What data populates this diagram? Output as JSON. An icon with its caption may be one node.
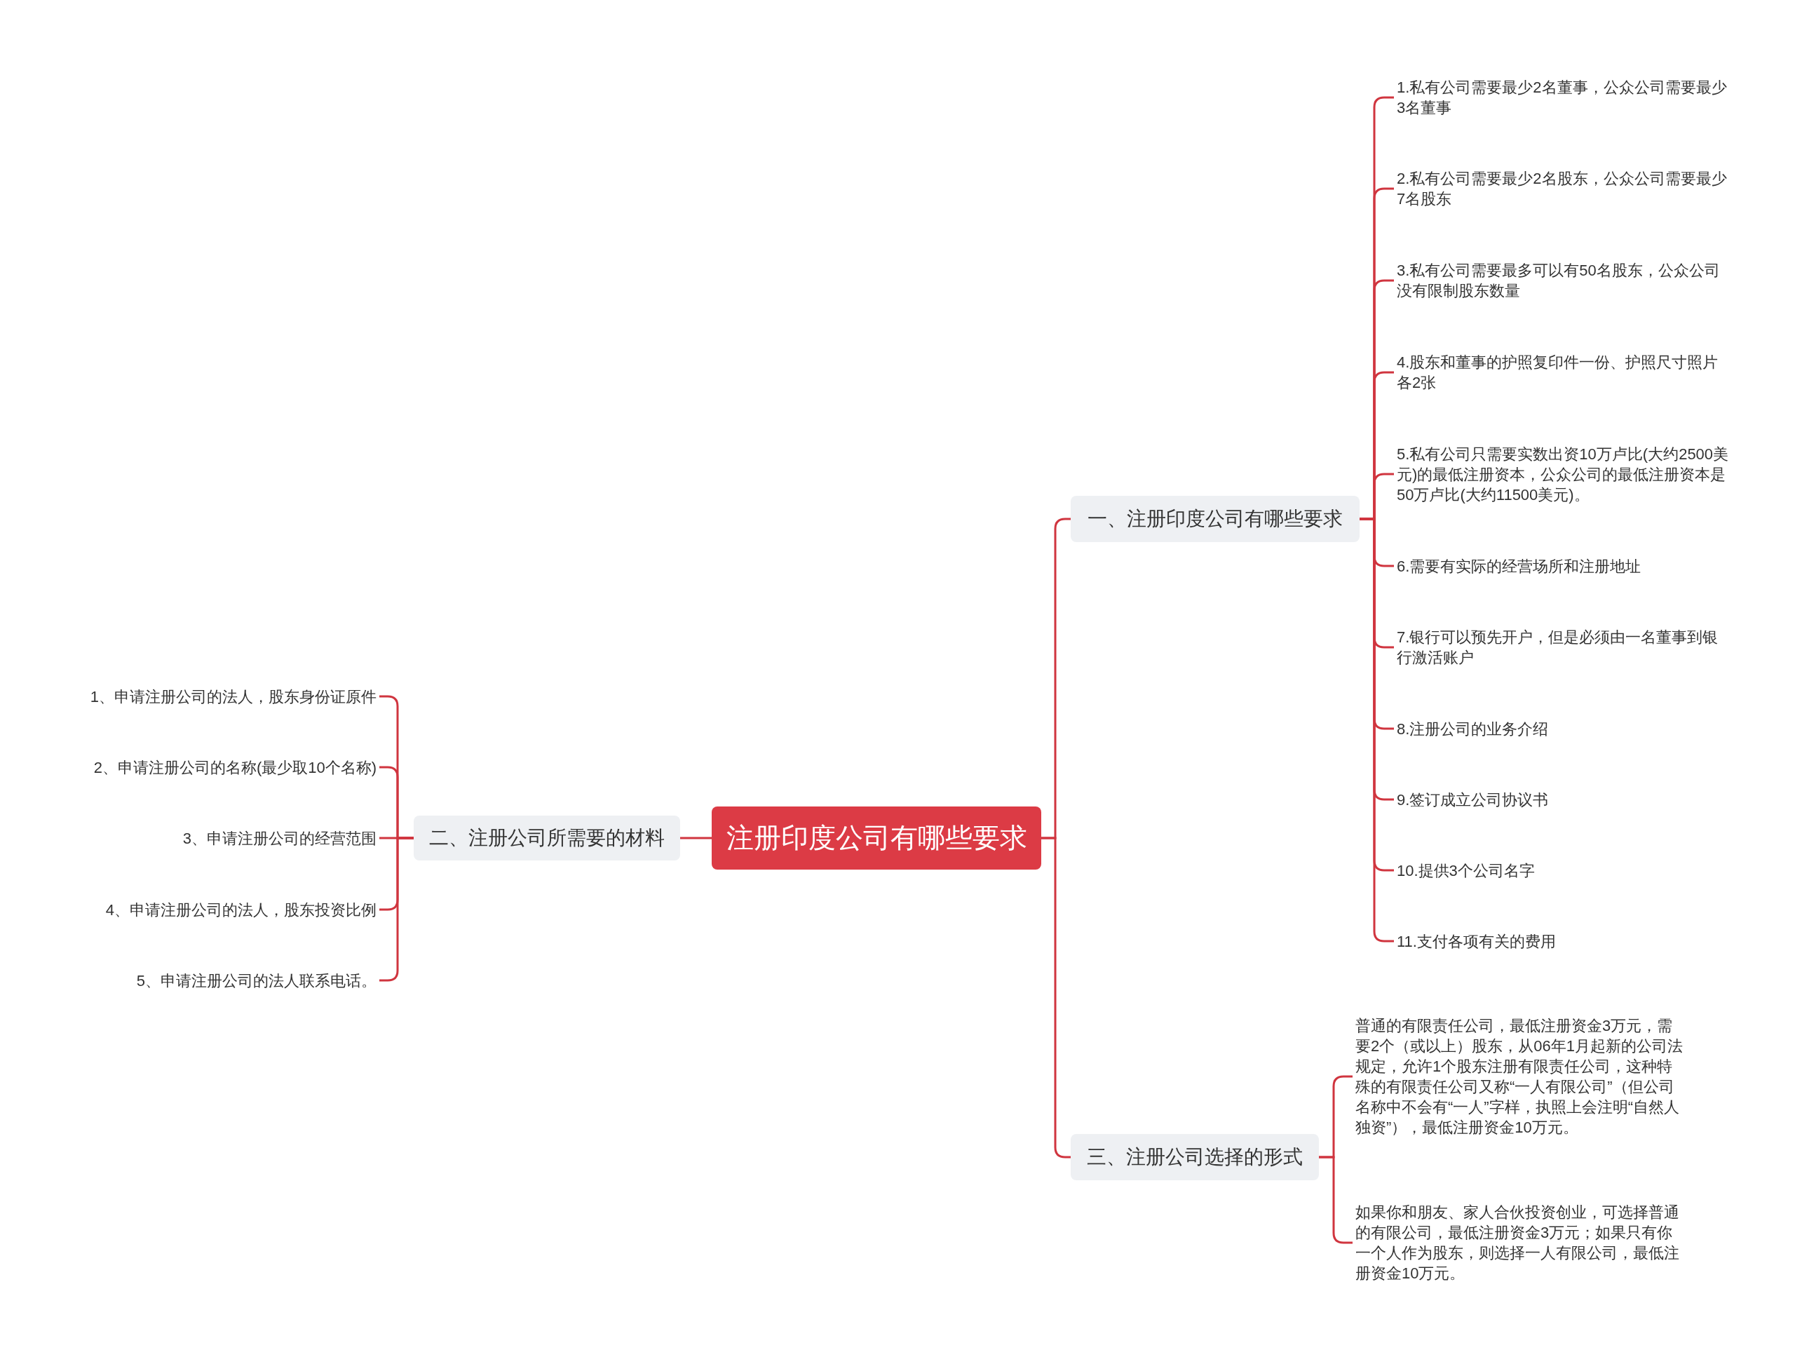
{
  "diagram": {
    "nodes": [
      {
        "text": [
          "注册印度公司有哪些要求"
        ]
      },
      {
        "text": [
          "一、注册印度公司有哪些要求"
        ]
      },
      {
        "text": [
          "1.私有公司需要最少2名董事，公众公司需要最少3名董事"
        ]
      },
      {
        "text": [
          "2.私有公司需要最少2名股东，公众公司需要最少7名股东"
        ]
      },
      {
        "text": [
          "3.私有公司需要最多可以有50名股东，公众公司没有限制股东数量"
        ]
      },
      {
        "text": [
          "4.股东和董事的护照复印件一份、护照尺寸照片各2张"
        ]
      },
      {
        "text": [
          "5.私有公司只需要实数出资10万卢比(大约2500美元)的最低注册资本，公众公司的最低注册资本是50万卢比(大约11500美元)。"
        ]
      },
      {
        "text": [
          "6.需要有实际的经营场所和注册地址"
        ]
      },
      {
        "text": [
          "7.银行可以预先开户，但是必须由一名董事到银行激活账户"
        ]
      },
      {
        "text": [
          "8.注册公司的业务介绍"
        ]
      },
      {
        "text": [
          "9.签订成立公司协议书"
        ]
      },
      {
        "text": [
          "10.提供3个公司名字"
        ]
      },
      {
        "text": [
          "11.支付各项有关的费用"
        ]
      },
      {
        "text": [
          "二、注册公司所需要的材料"
        ]
      },
      {
        "text": [
          "1、申请注册公司的法人，股东身份证原件"
        ]
      },
      {
        "text": [
          "2、申请注册公司的名称(最少取10个名称)"
        ]
      },
      {
        "text": [
          "3、申请注册公司的经营范围"
        ]
      },
      {
        "text": [
          "4、申请注册公司的法人，股东投资比例"
        ]
      },
      {
        "text": [
          "5、申请注册公司的法人联系电话。"
        ]
      },
      {
        "text": [
          "三、注册公司选择的形式"
        ]
      },
      {
        "text": [
          "普通的有限责任公司，最低注册资金3万元，需要2个（或以上）股东，从06年1月起新的公司法规定，允许1个股东注册有限责任公司，这种特殊的有限责任公司又称“一人有限公司”（但公司名称中不会有“一人”字样，执照上会注明“自然人独资”），最低注册资金10万元。"
        ]
      },
      {
        "text": [
          "如果你和朋友、家人合伙投资创业，可选择普通的有限公司，最低注册资金3万元；如果只有你一个人作为股东，则选择一人有限公司，最低注册资金10万元。"
        ]
      }
    ],
    "edges": [
      {
        "from": 0,
        "to": 1,
        "arrow": "none"
      },
      {
        "from": 1,
        "to": 2,
        "arrow": "none"
      },
      {
        "from": 1,
        "to": 3,
        "arrow": "none"
      },
      {
        "from": 1,
        "to": 4,
        "arrow": "none"
      },
      {
        "from": 1,
        "to": 5,
        "arrow": "none"
      },
      {
        "from": 1,
        "to": 6,
        "arrow": "none"
      },
      {
        "from": 1,
        "to": 7,
        "arrow": "none"
      },
      {
        "from": 1,
        "to": 8,
        "arrow": "none"
      },
      {
        "from": 1,
        "to": 9,
        "arrow": "none"
      },
      {
        "from": 1,
        "to": 10,
        "arrow": "none"
      },
      {
        "from": 1,
        "to": 11,
        "arrow": "none"
      },
      {
        "from": 1,
        "to": 12,
        "arrow": "none"
      },
      {
        "from": 0,
        "to": 13,
        "arrow": "none"
      },
      {
        "from": 13,
        "to": 14,
        "arrow": "none"
      },
      {
        "from": 13,
        "to": 15,
        "arrow": "none"
      },
      {
        "from": 13,
        "to": 16,
        "arrow": "none"
      },
      {
        "from": 13,
        "to": 17,
        "arrow": "none"
      },
      {
        "from": 13,
        "to": 18,
        "arrow": "none"
      },
      {
        "from": 0,
        "to": 19,
        "arrow": "none"
      },
      {
        "from": 19,
        "to": 20,
        "arrow": "none"
      },
      {
        "from": 19,
        "to": 21,
        "arrow": "none"
      }
    ]
  }
}
